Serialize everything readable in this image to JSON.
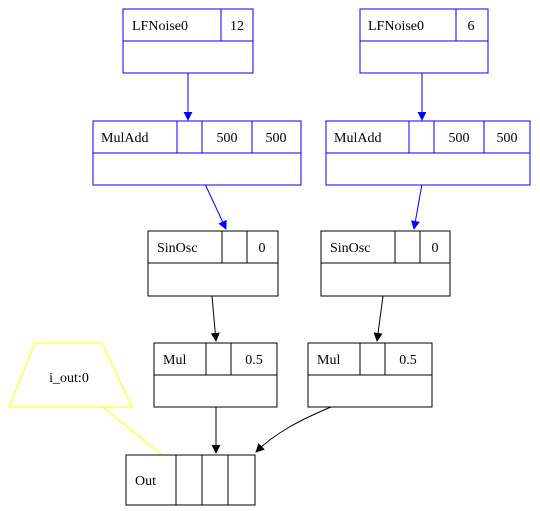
{
  "colors": {
    "control": "#0000ff",
    "audio": "#000000",
    "control_in": "#ffff00"
  },
  "nodes": {
    "lfnoise_a": {
      "label": "LFNoise0",
      "inputs": [
        "12"
      ]
    },
    "lfnoise_b": {
      "label": "LFNoise0",
      "inputs": [
        "6"
      ]
    },
    "muladd_a": {
      "label": "MulAdd",
      "inputs": [
        "",
        "500",
        "500"
      ]
    },
    "muladd_b": {
      "label": "MulAdd",
      "inputs": [
        "",
        "500",
        "500"
      ]
    },
    "sinosc_a": {
      "label": "SinOsc",
      "inputs": [
        "",
        "0"
      ]
    },
    "sinosc_b": {
      "label": "SinOsc",
      "inputs": [
        "",
        "0"
      ]
    },
    "mul_a": {
      "label": "Mul",
      "inputs": [
        "",
        "0.5"
      ]
    },
    "mul_b": {
      "label": "Mul",
      "inputs": [
        "",
        "0.5"
      ]
    },
    "out": {
      "label": "Out",
      "inputs": [
        "",
        "",
        ""
      ]
    },
    "control": {
      "label": "i_out:0"
    }
  }
}
